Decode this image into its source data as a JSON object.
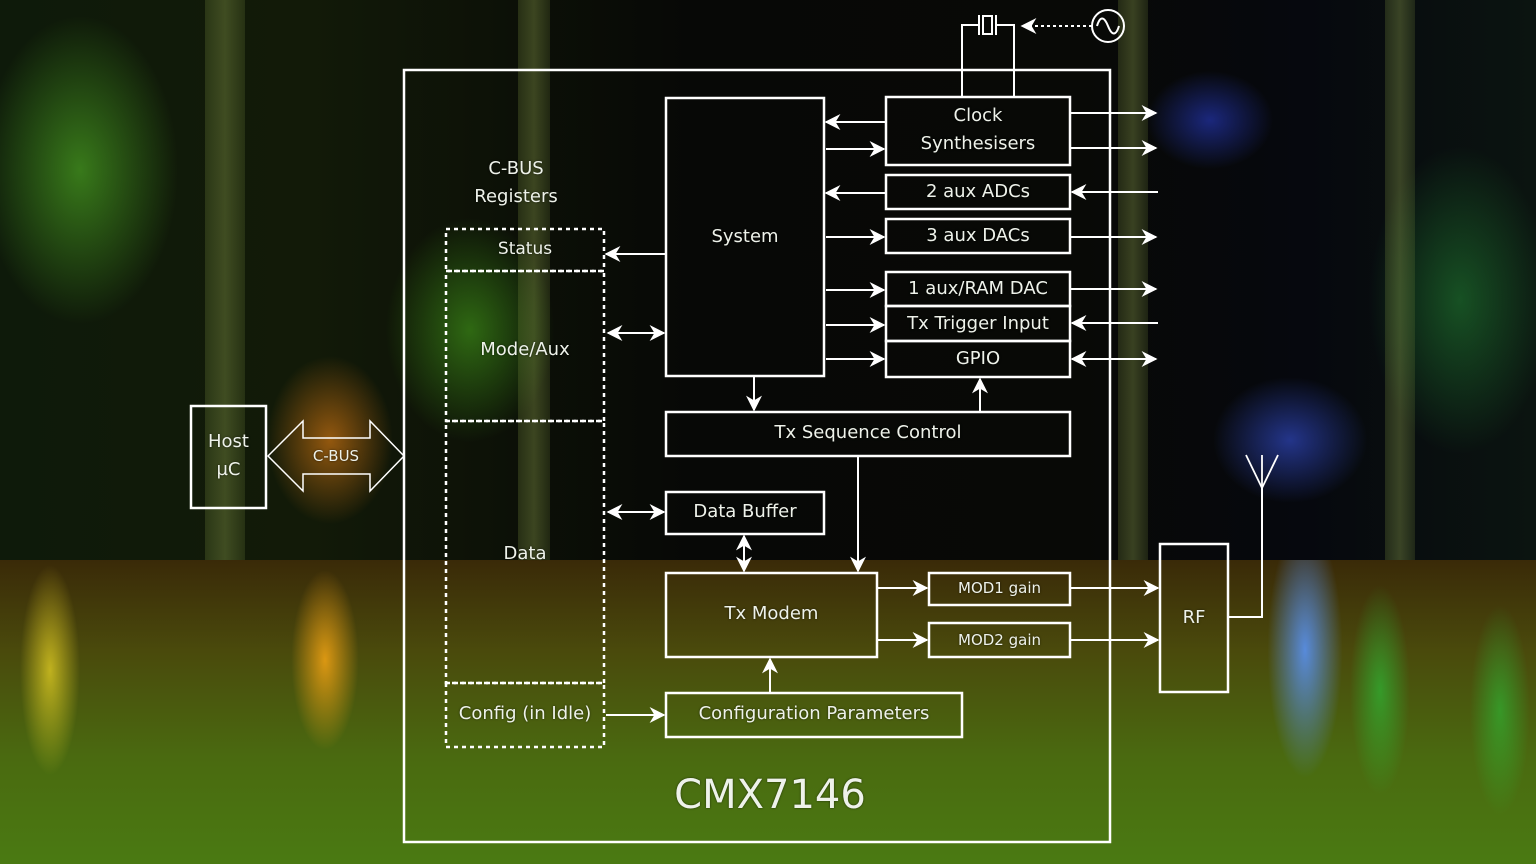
{
  "diagram": {
    "chip_name": "CMX7146",
    "host": {
      "line1": "Host",
      "line2": "µC"
    },
    "bus_label": "C-BUS",
    "registers": {
      "title_line1": "C-BUS",
      "title_line2": "Registers",
      "items": [
        "Status",
        "Mode/Aux",
        "Data",
        "Config (in Idle)"
      ]
    },
    "blocks": {
      "system": "System",
      "clock_line1": "Clock",
      "clock_line2": "Synthesisers",
      "aux_adcs": "2 aux ADCs",
      "aux_dacs": "3 aux DACs",
      "aux_ram_dac": "1 aux/RAM DAC",
      "tx_trigger": "Tx Trigger Input",
      "gpio": "GPIO",
      "tx_sequence": "Tx Sequence Control",
      "data_buffer": "Data Buffer",
      "tx_modem": "Tx Modem",
      "mod1_gain": "MOD1 gain",
      "mod2_gain": "MOD2 gain",
      "config_params": "Configuration Parameters",
      "rf": "RF"
    },
    "icons": [
      "crystal-icon",
      "oscillator-sine-icon",
      "antenna-icon"
    ],
    "colors": {
      "line": "#ffffff",
      "text": "#eef2ea"
    }
  }
}
